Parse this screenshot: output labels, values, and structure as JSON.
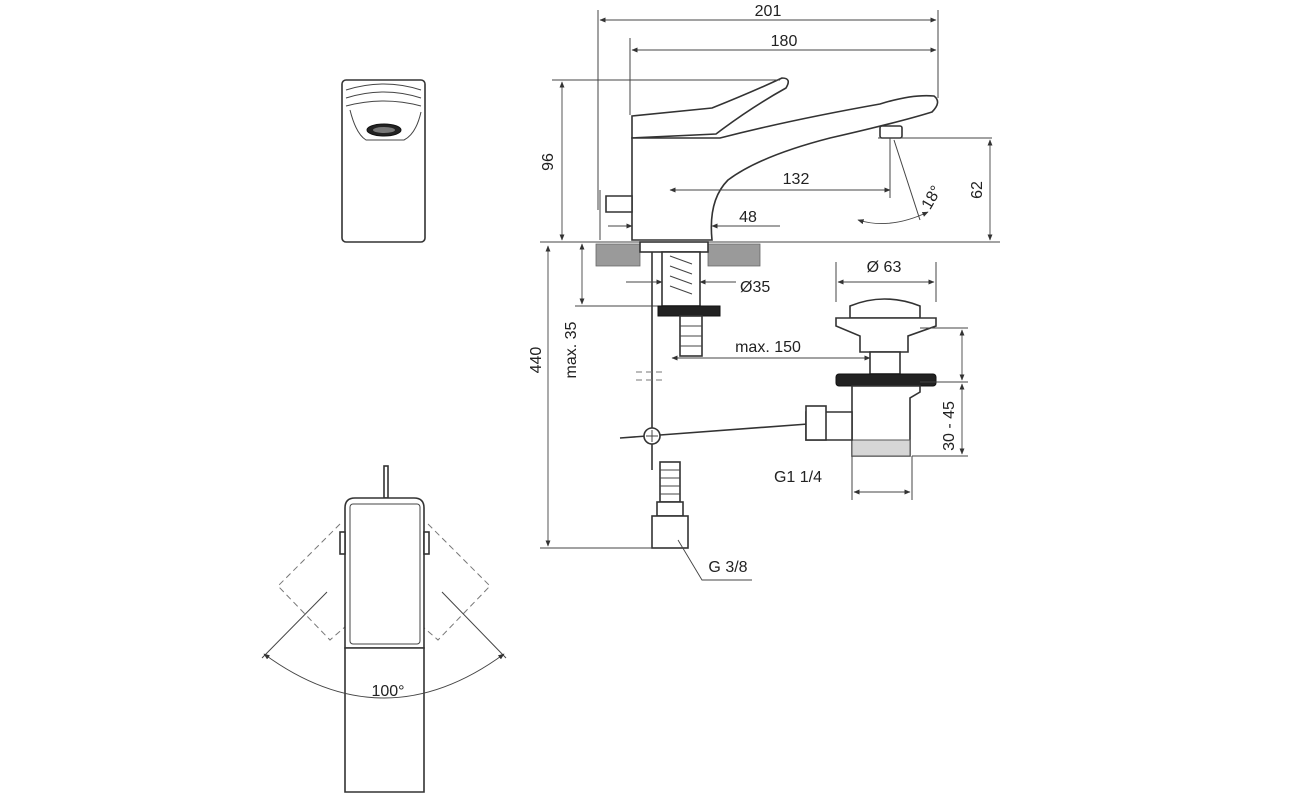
{
  "dimensions": {
    "total_length": "201",
    "spout_length": "180",
    "height": "96",
    "spout_reach": "132",
    "base_offset": "48",
    "outlet_height": "62",
    "outlet_angle": "18°",
    "hole_diameter": "Ø35",
    "waste_diameter": "Ø 63",
    "deck_thickness": "max. 35",
    "hose_length": "440",
    "waste_reach": "max. 150",
    "waste_range": "30 - 45",
    "waste_thread": "G1 1/4",
    "supply_thread": "G 3/8",
    "lever_rotation": "100°"
  },
  "colors": {
    "line": "#333333",
    "fill": "#ffffff",
    "deck": "#9a9a9a"
  }
}
